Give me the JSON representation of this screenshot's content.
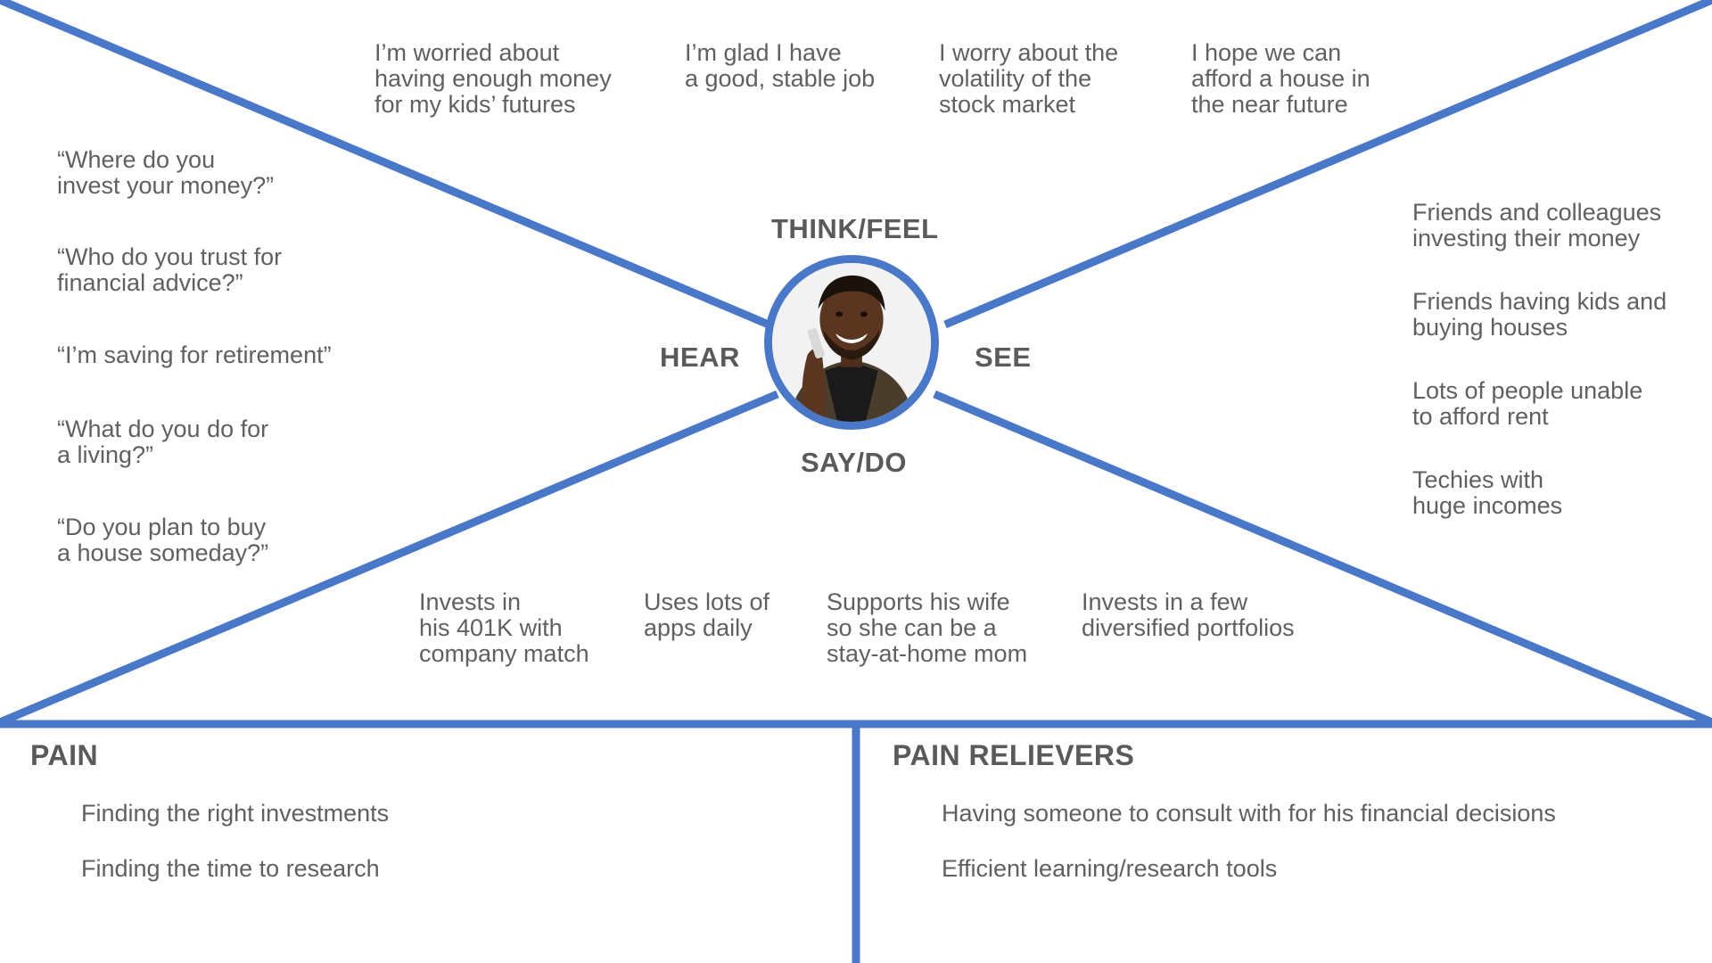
{
  "quadrants": {
    "think_feel": {
      "label": "THINK/FEEL",
      "items": [
        "I’m worried about\nhaving enough money\nfor my kids’ futures",
        "I’m glad I have\na good, stable job",
        "I worry about the\nvolatility of the\nstock market",
        "I hope we can\nafford a house in\nthe near future"
      ]
    },
    "hear": {
      "label": "HEAR",
      "items": [
        "“Where do you\ninvest your money?”",
        "“Who do you trust for\nfinancial advice?”",
        "“I’m saving for retirement”",
        "“What do you do for\na living?”",
        "“Do you plan to buy\na house someday?”"
      ]
    },
    "see": {
      "label": "SEE",
      "items": [
        "Friends and colleagues\ninvesting their money",
        "Friends having kids and\nbuying houses",
        "Lots of people unable\nto afford rent",
        "Techies with\nhuge incomes"
      ]
    },
    "say_do": {
      "label": "SAY/DO",
      "items": [
        "Invests in\nhis 401K with\ncompany match",
        "Uses lots of\napps daily",
        "Supports his wife\nso she can be a\nstay-at-home mom",
        "Invests in a few\ndiversified portfolios"
      ]
    }
  },
  "pain": {
    "heading": "PAIN",
    "items": [
      "Finding the right investments",
      "Finding the time to research"
    ]
  },
  "pain_relievers": {
    "heading": "PAIN RELIEVERS",
    "items": [
      "Having someone to consult with for his financial decisions",
      "Efficient learning/research tools"
    ]
  },
  "colors": {
    "accent": "#4a78c9",
    "text": "#606060"
  },
  "avatar_icon": "person-on-phone-photo"
}
